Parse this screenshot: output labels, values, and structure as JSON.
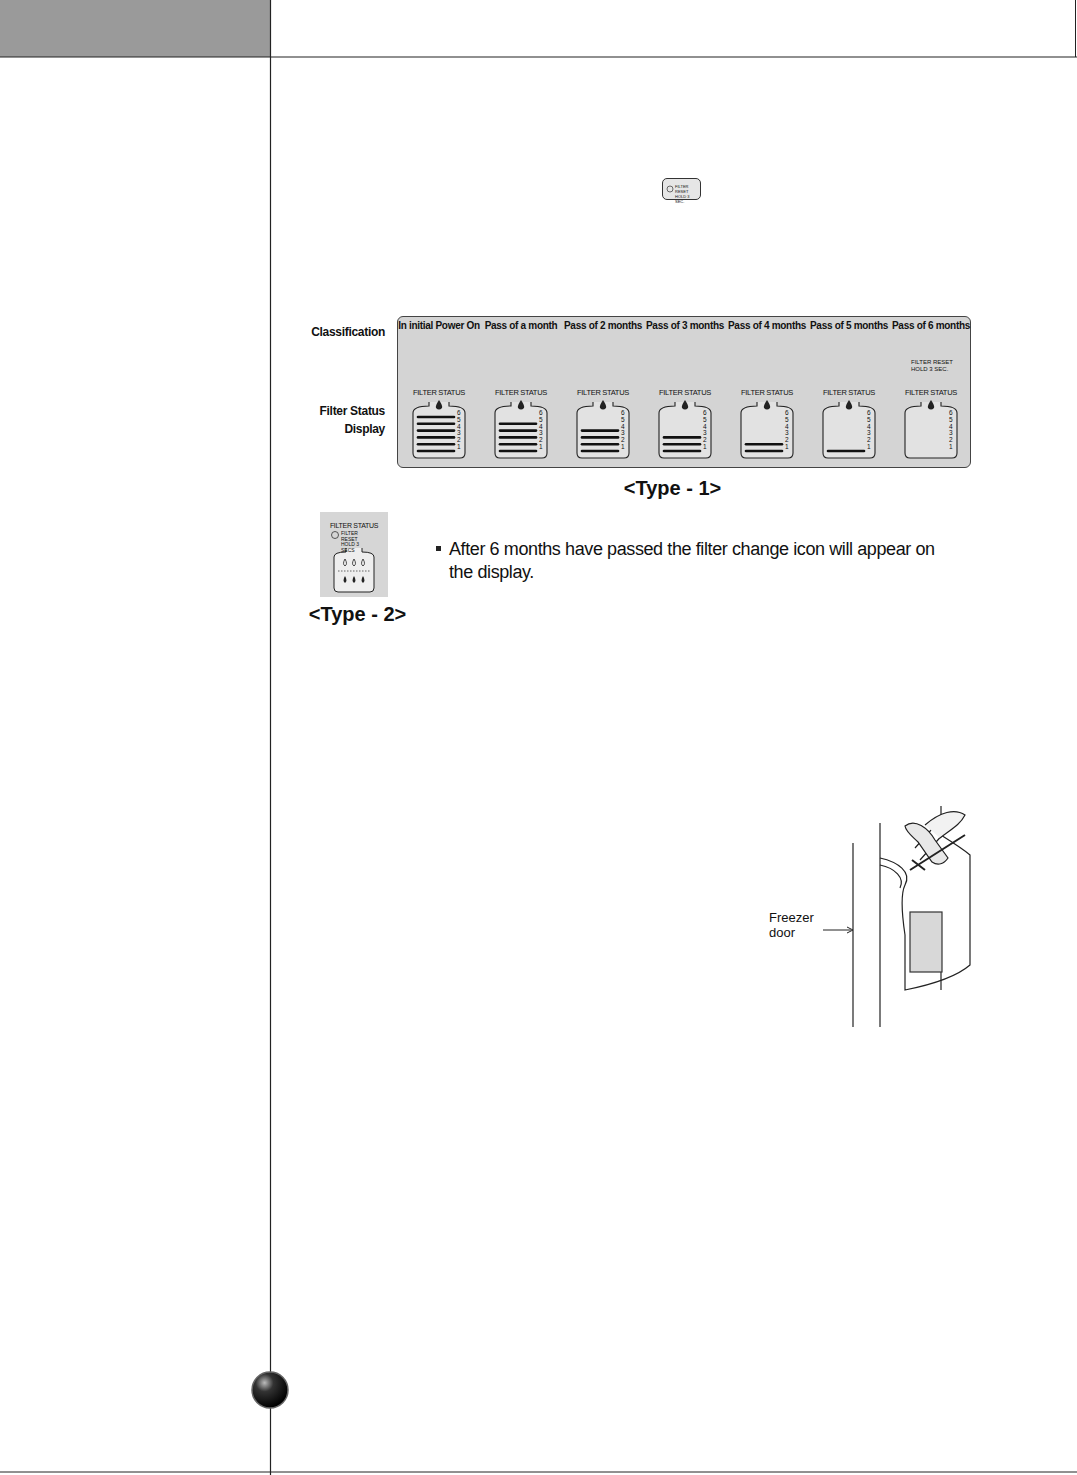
{
  "diagram": {
    "nodes": [
      {
        "text": [
          "FILTER RESET HOLD 3 SEC."
        ]
      },
      {
        "text": [
          "In initial Power On",
          "Pass of a month",
          "Pass of 2 months",
          "Pass of 3 months",
          "Pass of 4 months",
          "Pass of 5 months",
          "Pass of 6 months"
        ]
      },
      {
        "text": [
          "FILTER STATUS",
          "6 5 4 3 2 1"
        ],
        "in": 1
      },
      {
        "text": [
          "FILTER STATUS",
          "6 5 4 3 2 1"
        ],
        "in": 1
      },
      {
        "text": [
          "FILTER STATUS",
          "6 5 4 3 2 1"
        ],
        "in": 1
      },
      {
        "text": [
          "FILTER STATUS",
          "6 5 4 3 2 1"
        ],
        "in": 1
      },
      {
        "text": [
          "FILTER STATUS",
          "6 5 4 3 2 1"
        ],
        "in": 1
      },
      {
        "text": [
          "FILTER STATUS",
          "6 5 4 3 2 1"
        ],
        "in": 1
      },
      {
        "text": [
          "FILTER STATUS",
          "6 5 4 3 2 1"
        ],
        "in": 1
      },
      {
        "text": [
          "FILTER STATUS",
          "FILTER RESET HOLD 3 SECS"
        ]
      }
    ],
    "labels": [
      "Classification",
      "Filter Status Display",
      "FILTER RESET HOLD 3 SEC.",
      "<Type - 1>",
      "After 6 months have passed the filter change icon will appear on the display.",
      "<Type - 2>",
      "Freezer door"
    ]
  }
}
